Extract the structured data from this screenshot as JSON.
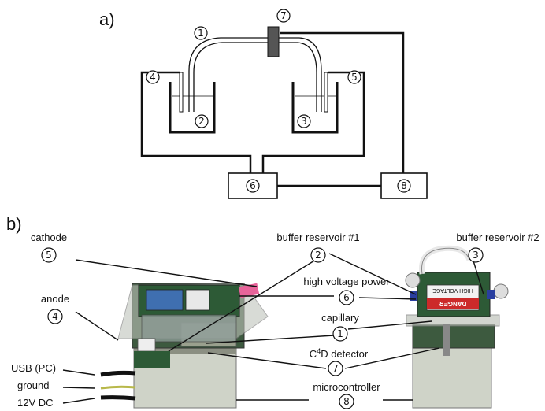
{
  "panel_a": {
    "label": "a)"
  },
  "panel_b": {
    "label": "b)"
  },
  "numbers": {
    "n1": "1",
    "n2": "2",
    "n3": "3",
    "n4": "4",
    "n5": "5",
    "n6": "6",
    "n7": "7",
    "n8": "8"
  },
  "callouts": {
    "cathode": "cathode",
    "anode": "anode",
    "buffer_reservoir_1": "buffer reservoir #1",
    "buffer_reservoir_2": "buffer reservoir #2",
    "high_voltage_power": "high voltage power",
    "capillary": "capillary",
    "c4d_detector_base": "C",
    "c4d_detector_sup": "4",
    "c4d_detector_rest": "D detector",
    "usb": "USB (PC)",
    "ground": "ground",
    "power_in": "12V DC",
    "microcontroller": "microcontroller"
  },
  "device_text": {
    "danger_label": "DANGER",
    "hv_label": "HIGH VOLTAGE"
  },
  "colors": {
    "line": "#111111",
    "photo_bg": "#5a5a52",
    "green_case": "#2d5a36",
    "pink_tape": "#e8649a"
  }
}
